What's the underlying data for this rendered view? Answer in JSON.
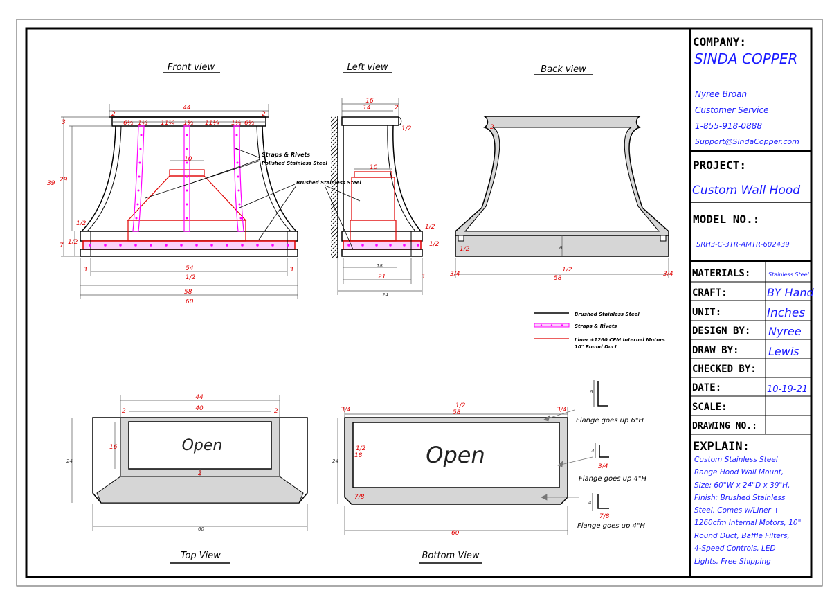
{
  "views": {
    "front": "Front view",
    "left": "Left view",
    "back": "Back view",
    "top": "Top View",
    "bottom": "Bottom View"
  },
  "callouts": {
    "straps": "Straps & Rivets",
    "polished": "Polished Stainless Steel",
    "brushed": "Brushed Stainless Steel"
  },
  "legend": {
    "brushed": "Brushed Stainless Steel",
    "straps": "Straps & Rivets",
    "liner1": "Liner +1260 CFM Internal Motors",
    "liner2": "10\" Round Duct"
  },
  "plan": {
    "open": "Open",
    "flange6": "Flange goes up 6\"H",
    "flange4a": "Flange goes up 4\"H",
    "flange4b": "Flange goes up 4\"H"
  },
  "dims": {
    "front_top_44": "44",
    "front_2l": "2",
    "front_2r": "2",
    "front_3": "3",
    "front_39": "39",
    "front_29": "29",
    "front_7": "7",
    "front_10": "10",
    "front_54": "54",
    "front_3l": "3",
    "front_3r": "3",
    "front_60": "60",
    "front_58": "58",
    "front_half": "1/2",
    "s1": "6½",
    "s2": "1½",
    "s3": "11¼",
    "s4": "1½",
    "s5": "11¼",
    "s6": "1½",
    "s7": "6½",
    "left_16": "16",
    "left_14": "14",
    "left_2": "2",
    "left_10": "10",
    "left_21": "21",
    "left_3": "3",
    "left_24": "24",
    "left_18": "18",
    "back_58": "58",
    "back_6": "6",
    "back_2": "2",
    "top_44": "44",
    "top_40": "40",
    "top_2a": "2",
    "top_2b": "2",
    "top_16": "16",
    "top_24": "24",
    "top_60": "60",
    "top_2c": "2",
    "bot_58": "58",
    "bot_24": "24",
    "bot_60": "60",
    "bot_18": "18",
    "half": "1/2",
    "quarter": "3/4",
    "eighth": "7/8",
    "f6": "6",
    "f4": "4"
  },
  "titleblock": {
    "company_label": "COMPANY:",
    "company": "SINDA COPPER",
    "contact_name": "Nyree Broan",
    "contact_role": "Customer Service",
    "phone": "1-855-918-0888",
    "email": "Support@SindaCopper.com",
    "project_label": "PROJECT:",
    "project": "Custom Wall Hood",
    "model_label": "MODEL NO.:",
    "model": "SRH3-C-3TR-AMTR-602439",
    "rows": [
      {
        "label": "MATERIALS:",
        "value": "Stainless Steel"
      },
      {
        "label": "CRAFT:",
        "value": "BY Hand"
      },
      {
        "label": "UNIT:",
        "value": "Inches"
      },
      {
        "label": "DESIGN BY:",
        "value": "Nyree"
      },
      {
        "label": "DRAW BY:",
        "value": "Lewis"
      },
      {
        "label": "CHECKED BY:",
        "value": ""
      },
      {
        "label": "DATE:",
        "value": "10-19-21"
      },
      {
        "label": "SCALE:",
        "value": ""
      },
      {
        "label": "DRAWING NO.:",
        "value": ""
      }
    ],
    "explain_label": "EXPLAIN:",
    "explain_lines": [
      "Custom Stainless Steel",
      "Range Hood Wall Mount,",
      "Size: 60\"W x 24\"D x 39\"H,",
      "Finish: Brushed Stainless",
      "Steel, Comes w/Liner +",
      "1260cfm Internal Motors, 10\"",
      "Round Duct, Baffle Filters,",
      "4-Speed Controls, LED",
      "Lights, Free Shipping"
    ]
  },
  "colors": {
    "red": "#e00000",
    "blue": "#1a1aff",
    "magenta": "#ff00ff",
    "gray": "#d6d6d6"
  }
}
